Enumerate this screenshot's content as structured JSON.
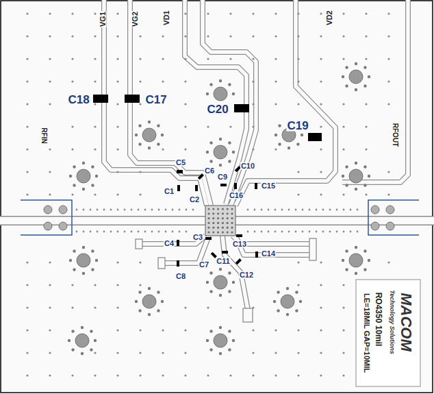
{
  "diagram": {
    "labels": [
      "VG1",
      "VG2",
      "VD1",
      "VD2",
      "C18",
      "C17",
      "C20",
      "C19",
      "RFIN",
      "RFOUT",
      "C5",
      "C6",
      "C10",
      "C9",
      "C1",
      "C2",
      "C16",
      "C15",
      "C4",
      "C3",
      "C13",
      "C14",
      "C7",
      "C11",
      "C8",
      "C12",
      "MACOM",
      "Technology Solutions",
      "RO4350 10mil",
      "LE=18MIL GAP=10MIL"
    ]
  }
}
